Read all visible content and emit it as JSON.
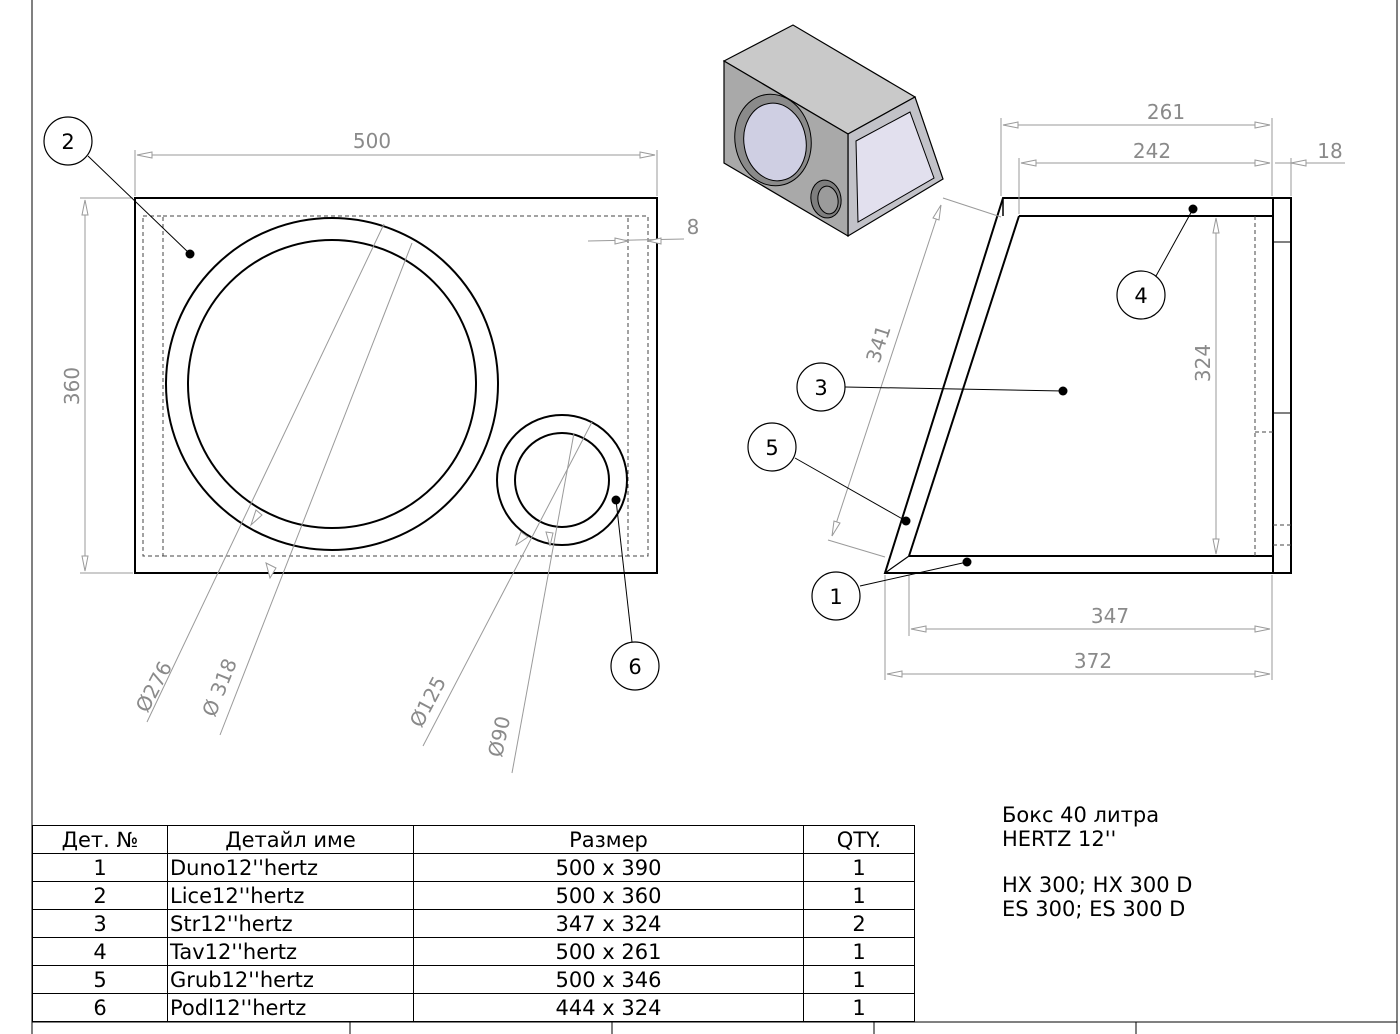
{
  "front_view": {
    "width_dim": "500",
    "height_dim": "360",
    "inset_dim": "8",
    "dia_276": "276",
    "dia_318": "318",
    "dia_125": "125",
    "dia_90": "90",
    "bubble_2": "2",
    "bubble_6": "6"
  },
  "side_view": {
    "dim_261": "261",
    "dim_242": "242",
    "dim_18": "18",
    "dim_324": "324",
    "dim_341": "341",
    "dim_347": "347",
    "dim_372": "372",
    "bubble_1": "1",
    "bubble_3": "3",
    "bubble_4": "4",
    "bubble_5": "5"
  },
  "bom": {
    "headers": [
      "Дет. №",
      "Детайл име",
      "Размер",
      "QTY."
    ],
    "rows": [
      [
        "1",
        "Duno12''hertz",
        "500 x 390",
        "1"
      ],
      [
        "2",
        "Lice12''hertz",
        "500 x 360",
        "1"
      ],
      [
        "3",
        "Str12''hertz",
        "347 x 324",
        "2"
      ],
      [
        "4",
        "Tav12''hertz",
        "500 x 261",
        "1"
      ],
      [
        "5",
        "Grub12''hertz",
        "500 x 346",
        "1"
      ],
      [
        "6",
        "Podl12''hertz",
        "444 x 324",
        "1"
      ]
    ]
  },
  "notes": {
    "line1": "Бокс 40 литра",
    "line2": "HERTZ 12''",
    "line3": "HX 300; HX 300 D",
    "line4": "ES 300; ES 300 D"
  }
}
